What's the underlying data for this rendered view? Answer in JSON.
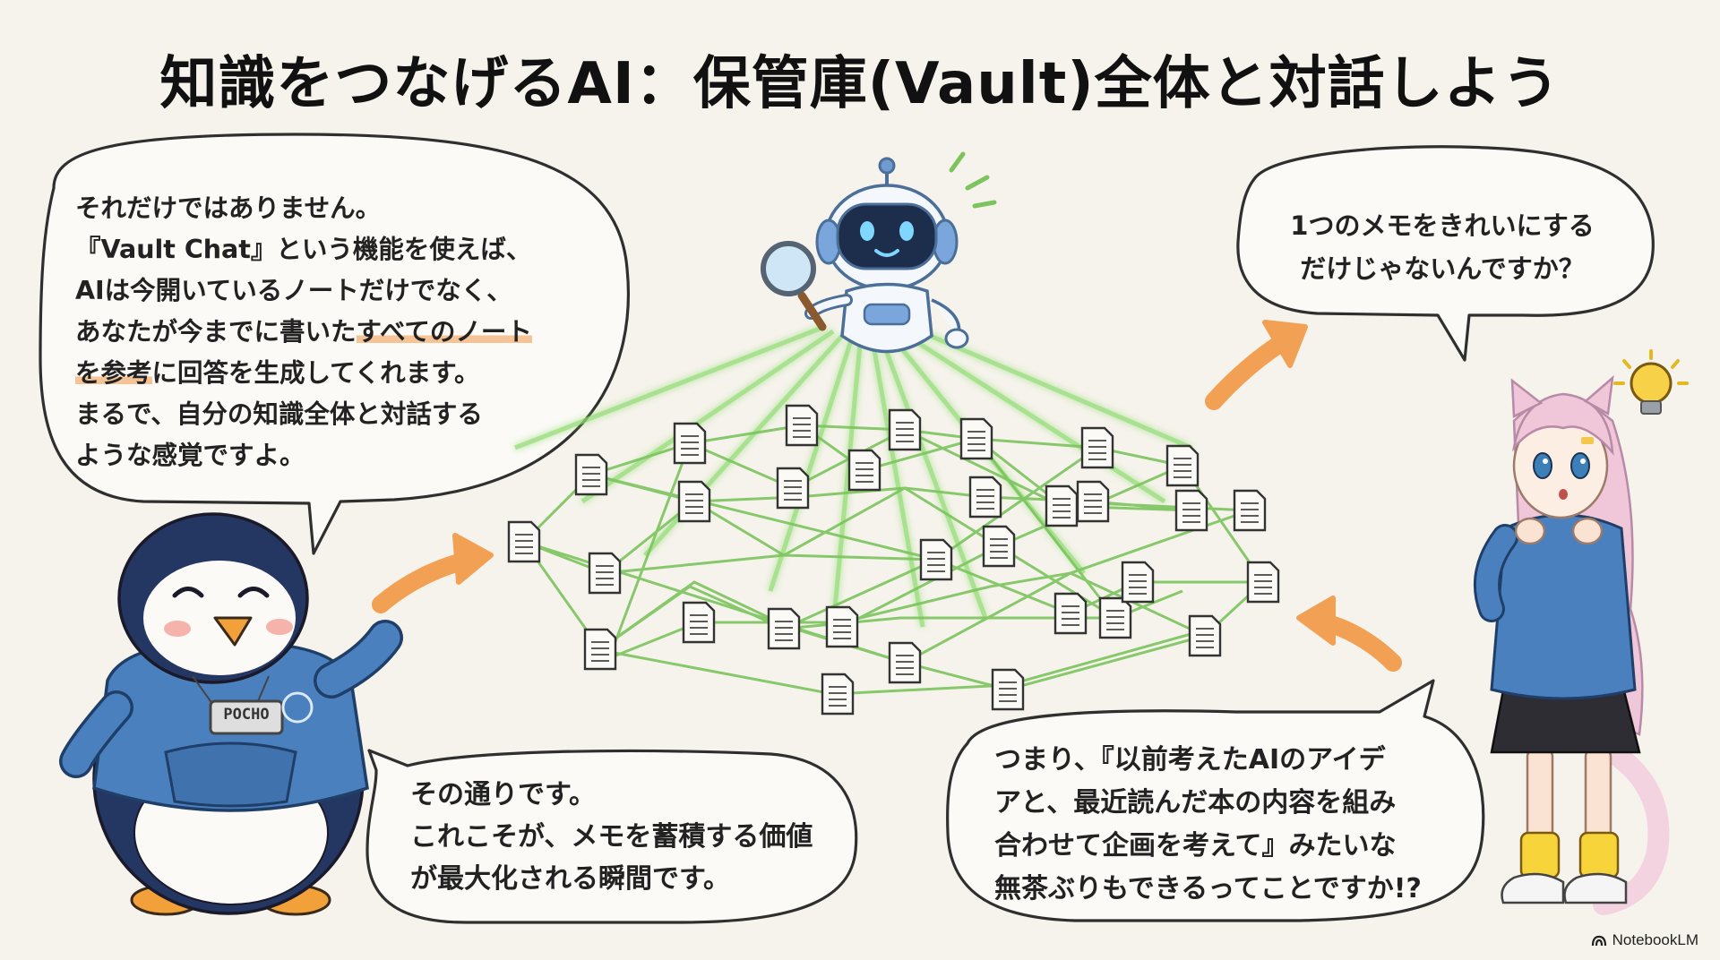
{
  "title": "知識をつなげるAI：保管庫(Vault)全体と対話しよう",
  "bubbles": {
    "top_left": {
      "lines": [
        "それだけではありません。",
        "『Vault Chat』という機能を使えば、",
        "AIは今開いているノートだけでなく、",
        "あなたが今までに書いた",
        "すべてのノート",
        "を参考",
        "に回答を生成してくれます。",
        "まるで、自分の知識全体と対話する",
        "ような感覚ですよ。"
      ]
    },
    "top_right": {
      "lines": [
        "1つのメモをきれいにする",
        "だけじゃないんですか？"
      ]
    },
    "bottom_left": {
      "lines": [
        "その通りです。",
        "これこそが、メモを蓄積する価値",
        "が最大化される瞬間です。"
      ]
    },
    "bottom_right": {
      "lines": [
        "つまり、『以前考えたAIのアイデ",
        "アと、最近読んだ本の内容を組み",
        "合わせて企画を考えて』みたいな",
        "無茶ぶりもできるってことですか!?"
      ]
    }
  },
  "characters": {
    "penguin_badge": "POCHO"
  },
  "footer": {
    "brand": "NotebookLM"
  },
  "colors": {
    "background": "#f6f3ec",
    "hoodie_blue": "#4a80bd",
    "glow_green": "#8fdb6f",
    "arrow_orange": "#f2a154",
    "highlight": "#f0964a"
  }
}
